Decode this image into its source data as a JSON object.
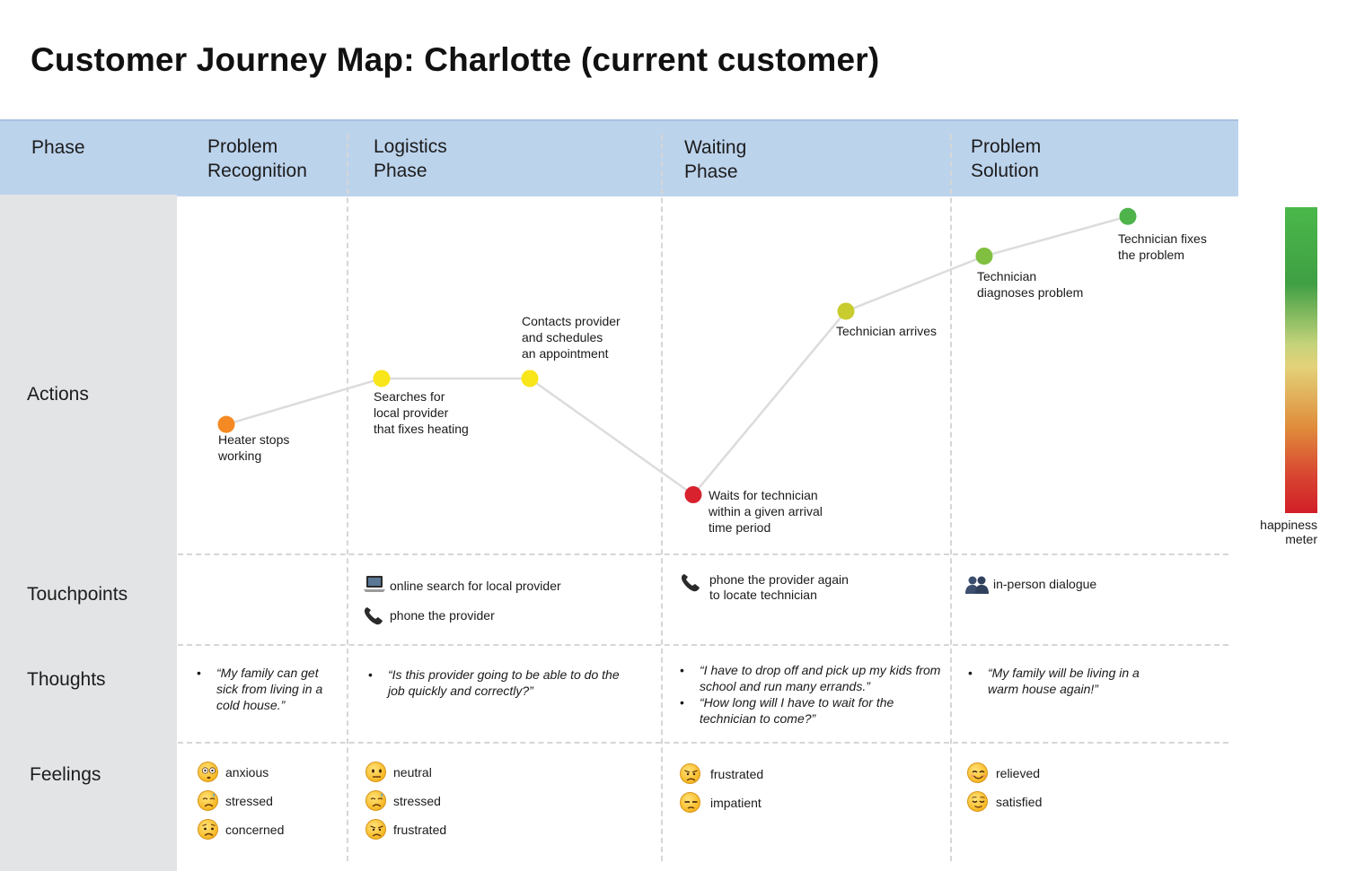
{
  "title": "Customer Journey Map: Charlotte (current customer)",
  "rows": {
    "phase": "Phase",
    "actions": "Actions",
    "touchpoints": "Touchpoints",
    "thoughts": "Thoughts",
    "feelings": "Feelings"
  },
  "phases": [
    {
      "line1": "Problem",
      "line2": "Recognition"
    },
    {
      "line1": "Logistics",
      "line2": "Phase"
    },
    {
      "line1": "Waiting",
      "line2": "Phase"
    },
    {
      "line1": "Problem",
      "line2": "Solution"
    }
  ],
  "actions": [
    {
      "lines": [
        "Heater stops",
        "working"
      ],
      "happiness": 0.29,
      "color": "#f58a24"
    },
    {
      "lines": [
        "Searches for",
        "local provider",
        "that fixes heating"
      ],
      "happiness": 0.44,
      "color": "#f8e51a"
    },
    {
      "lines": [
        "Contacts provider",
        "and schedules",
        "an appointment"
      ],
      "happiness": 0.44,
      "color": "#f8e51a"
    },
    {
      "lines": [
        "Waits for technician",
        "within a given arrival",
        "time period"
      ],
      "happiness": 0.06,
      "color": "#d8232f"
    },
    {
      "lines": [
        "Technician arrives"
      ],
      "happiness": 0.66,
      "color": "#c9cc2e"
    },
    {
      "lines": [
        "Technician",
        "diagnoses problem"
      ],
      "happiness": 0.84,
      "color": "#80bf3f"
    },
    {
      "lines": [
        "Technician fixes",
        "the problem"
      ],
      "happiness": 0.97,
      "color": "#4db34a"
    }
  ],
  "touchpoints": [
    [],
    [
      {
        "icon": "laptop-icon",
        "text": [
          "online search for local provider"
        ]
      },
      {
        "icon": "phone-icon",
        "text": [
          "phone the provider"
        ]
      }
    ],
    [
      {
        "icon": "phone-icon",
        "text": [
          "phone the provider again",
          "to locate technician"
        ]
      }
    ],
    [
      {
        "icon": "people-icon",
        "text": [
          "in-person dialogue"
        ]
      }
    ]
  ],
  "thoughts": [
    [
      "“My family can get sick from living in a cold house.”"
    ],
    [
      "“Is this provider going to be able to do the job quickly and correctly?”"
    ],
    [
      "“I have to drop off and pick up my kids from school and run many errands.”",
      "“How long will I have to wait for the technician to come?”"
    ],
    [
      "“My family will be living in a warm house again!”"
    ]
  ],
  "feelings": [
    [
      {
        "emoji": "flushed-icon",
        "label": "anxious"
      },
      {
        "emoji": "sad-sweat-icon",
        "label": "stressed"
      },
      {
        "emoji": "worried-icon",
        "label": "concerned"
      }
    ],
    [
      {
        "emoji": "neutral-icon",
        "label": "neutral"
      },
      {
        "emoji": "sad-sweat-icon",
        "label": "stressed"
      },
      {
        "emoji": "angry-icon",
        "label": "frustrated"
      }
    ],
    [
      {
        "emoji": "angry-icon",
        "label": "frustrated"
      },
      {
        "emoji": "unamused-icon",
        "label": "impatient"
      }
    ],
    [
      {
        "emoji": "smile-icon",
        "label": "relieved"
      },
      {
        "emoji": "relieved-icon",
        "label": "satisfied"
      }
    ]
  ],
  "meter": {
    "label_line1": "happiness",
    "label_line2": "meter"
  }
}
